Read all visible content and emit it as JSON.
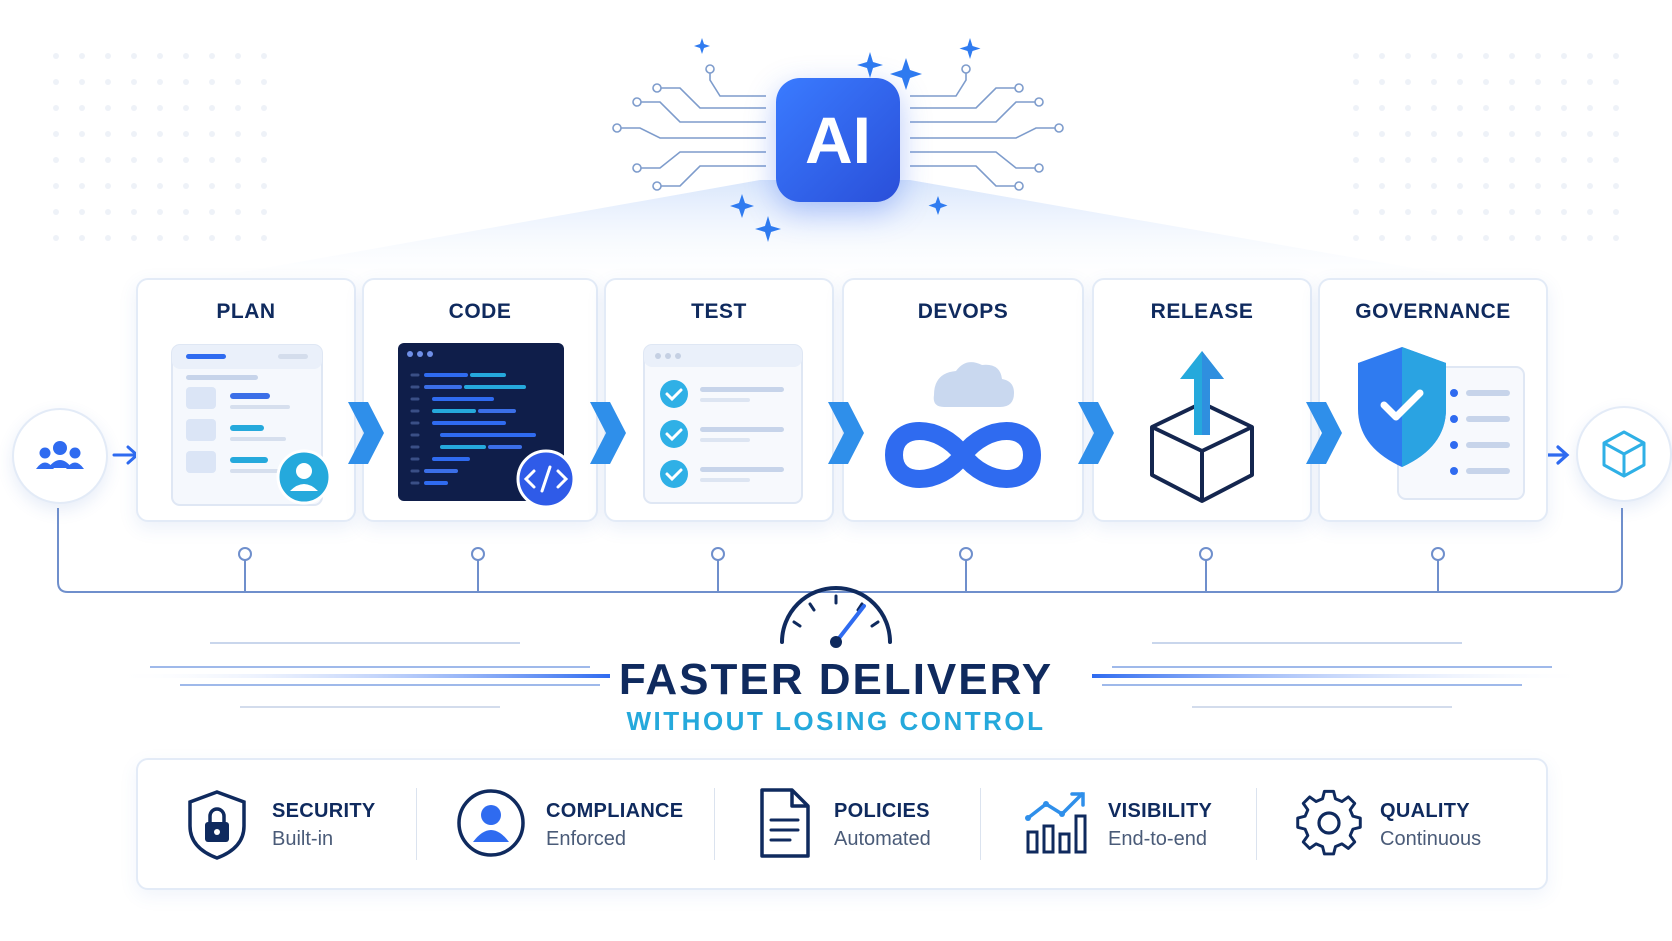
{
  "hub": {
    "label": "AI"
  },
  "stages": [
    {
      "id": "plan",
      "title": "PLAN"
    },
    {
      "id": "code",
      "title": "CODE"
    },
    {
      "id": "test",
      "title": "TEST"
    },
    {
      "id": "devops",
      "title": "DEVOPS"
    },
    {
      "id": "release",
      "title": "RELEASE"
    },
    {
      "id": "governance",
      "title": "GOVERNANCE"
    }
  ],
  "headline": "FASTER DELIVERY",
  "subheadline": "WITHOUT LOSING CONTROL",
  "features": [
    {
      "title": "SECURITY",
      "subtitle": "Built-in",
      "icon": "lock-shield-icon"
    },
    {
      "title": "COMPLIANCE",
      "subtitle": "Enforced",
      "icon": "user-badge-icon"
    },
    {
      "title": "POLICIES",
      "subtitle": "Automated",
      "icon": "document-icon"
    },
    {
      "title": "VISIBILITY",
      "subtitle": "End-to-end",
      "icon": "bar-chart-icon"
    },
    {
      "title": "QUALITY",
      "subtitle": "Continuous",
      "icon": "gear-icon"
    }
  ],
  "colors": {
    "navy": "#0f2a5e",
    "blue": "#2f6bf0",
    "cyan": "#25a9dc",
    "border": "#e3ebf7"
  }
}
